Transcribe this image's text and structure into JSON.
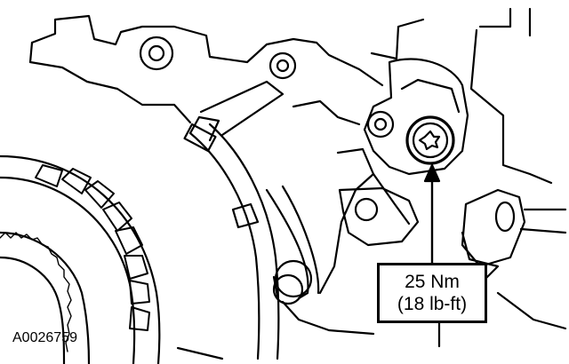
{
  "figure": {
    "id": "A0026759",
    "torque_callout": {
      "metric": "25 Nm",
      "imperial": "(18 lb-ft)"
    }
  },
  "colors": {
    "line": "#000000",
    "background": "#ffffff"
  }
}
